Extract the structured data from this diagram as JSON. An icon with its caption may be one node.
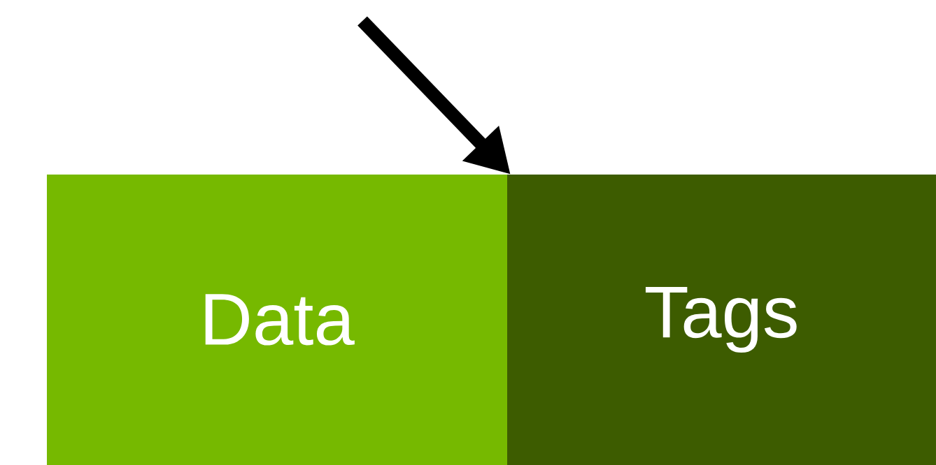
{
  "diagram": {
    "nodes": [
      {
        "text": [
          "Data"
        ]
      },
      {
        "text": [
          "Tags"
        ]
      }
    ],
    "edges": [
      {
        "from": null,
        "to": 1,
        "arrow": "to"
      }
    ]
  }
}
